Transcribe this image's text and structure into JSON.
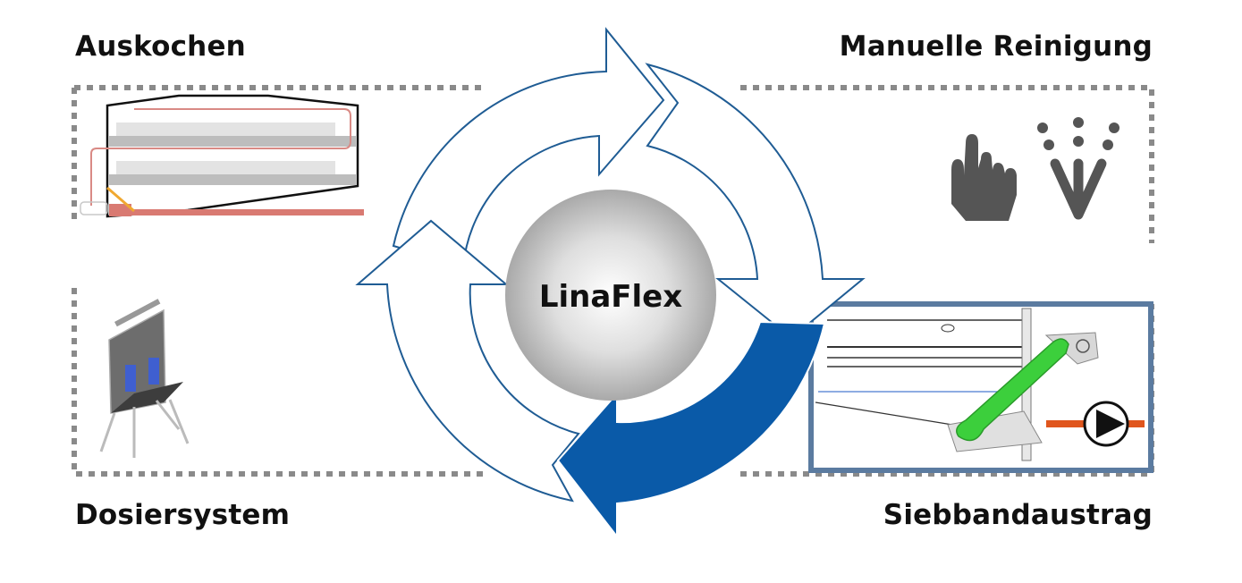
{
  "diagram": {
    "center_label": "LinaFlex",
    "quadrants": [
      {
        "id": "top-left",
        "label": "Auskochen",
        "illustration": "boil-out-tank"
      },
      {
        "id": "top-right",
        "label": "Manuelle Reinigung",
        "illustration": "hand-and-spray-icons"
      },
      {
        "id": "bottom-left",
        "label": "Dosiersystem",
        "illustration": "dosing-station"
      },
      {
        "id": "bottom-right",
        "label": "Siebbandaustrag",
        "illustration": "screen-belt-discharge",
        "highlighted": true
      }
    ],
    "cycle": {
      "arrow_count": 4,
      "direction": "clockwise",
      "highlighted_arrow": "bottom-right"
    },
    "colors": {
      "accent_blue": "#0a5aa8",
      "outline_blue": "#1f5c94",
      "dotted_border": "#888888",
      "highlight_frame": "#5b7ba0",
      "icon_gray": "#555555",
      "pipe_orange": "#e0561d",
      "belt_green": "#3ccf3c"
    }
  }
}
